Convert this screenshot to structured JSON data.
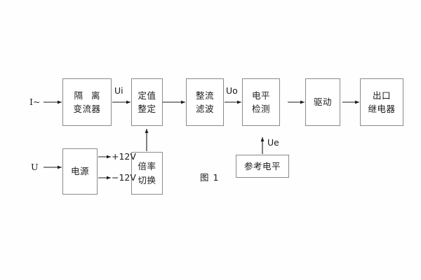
{
  "figure": {
    "caption": "图 1",
    "background_color": "#fefefe",
    "line_color": "#8a8a8a",
    "text_color": "#1a1a1a"
  },
  "inputs": {
    "current": "I~",
    "voltage": "U"
  },
  "signals": {
    "ui": "Ui",
    "uo": "Uo",
    "ue": "Ue"
  },
  "power_rails": {
    "positive": "+12V",
    "negative": "−12V"
  },
  "blocks": [
    {
      "id": "isolation-transformer",
      "lines": [
        "隔 离",
        "变流器"
      ]
    },
    {
      "id": "setting-value",
      "lines": [
        "定值",
        "整定"
      ]
    },
    {
      "id": "rectify-filter",
      "lines": [
        "整流",
        "滤波"
      ]
    },
    {
      "id": "level-detection",
      "lines": [
        "电平",
        "检测"
      ]
    },
    {
      "id": "drive",
      "lines": [
        "驱动"
      ]
    },
    {
      "id": "output-relay",
      "lines": [
        "出口",
        "继电器"
      ]
    },
    {
      "id": "power-supply",
      "lines": [
        "电源"
      ]
    },
    {
      "id": "multiplier-switch",
      "lines": [
        "倍率",
        "切换"
      ]
    },
    {
      "id": "reference-level",
      "lines": [
        "参考电平"
      ]
    }
  ]
}
